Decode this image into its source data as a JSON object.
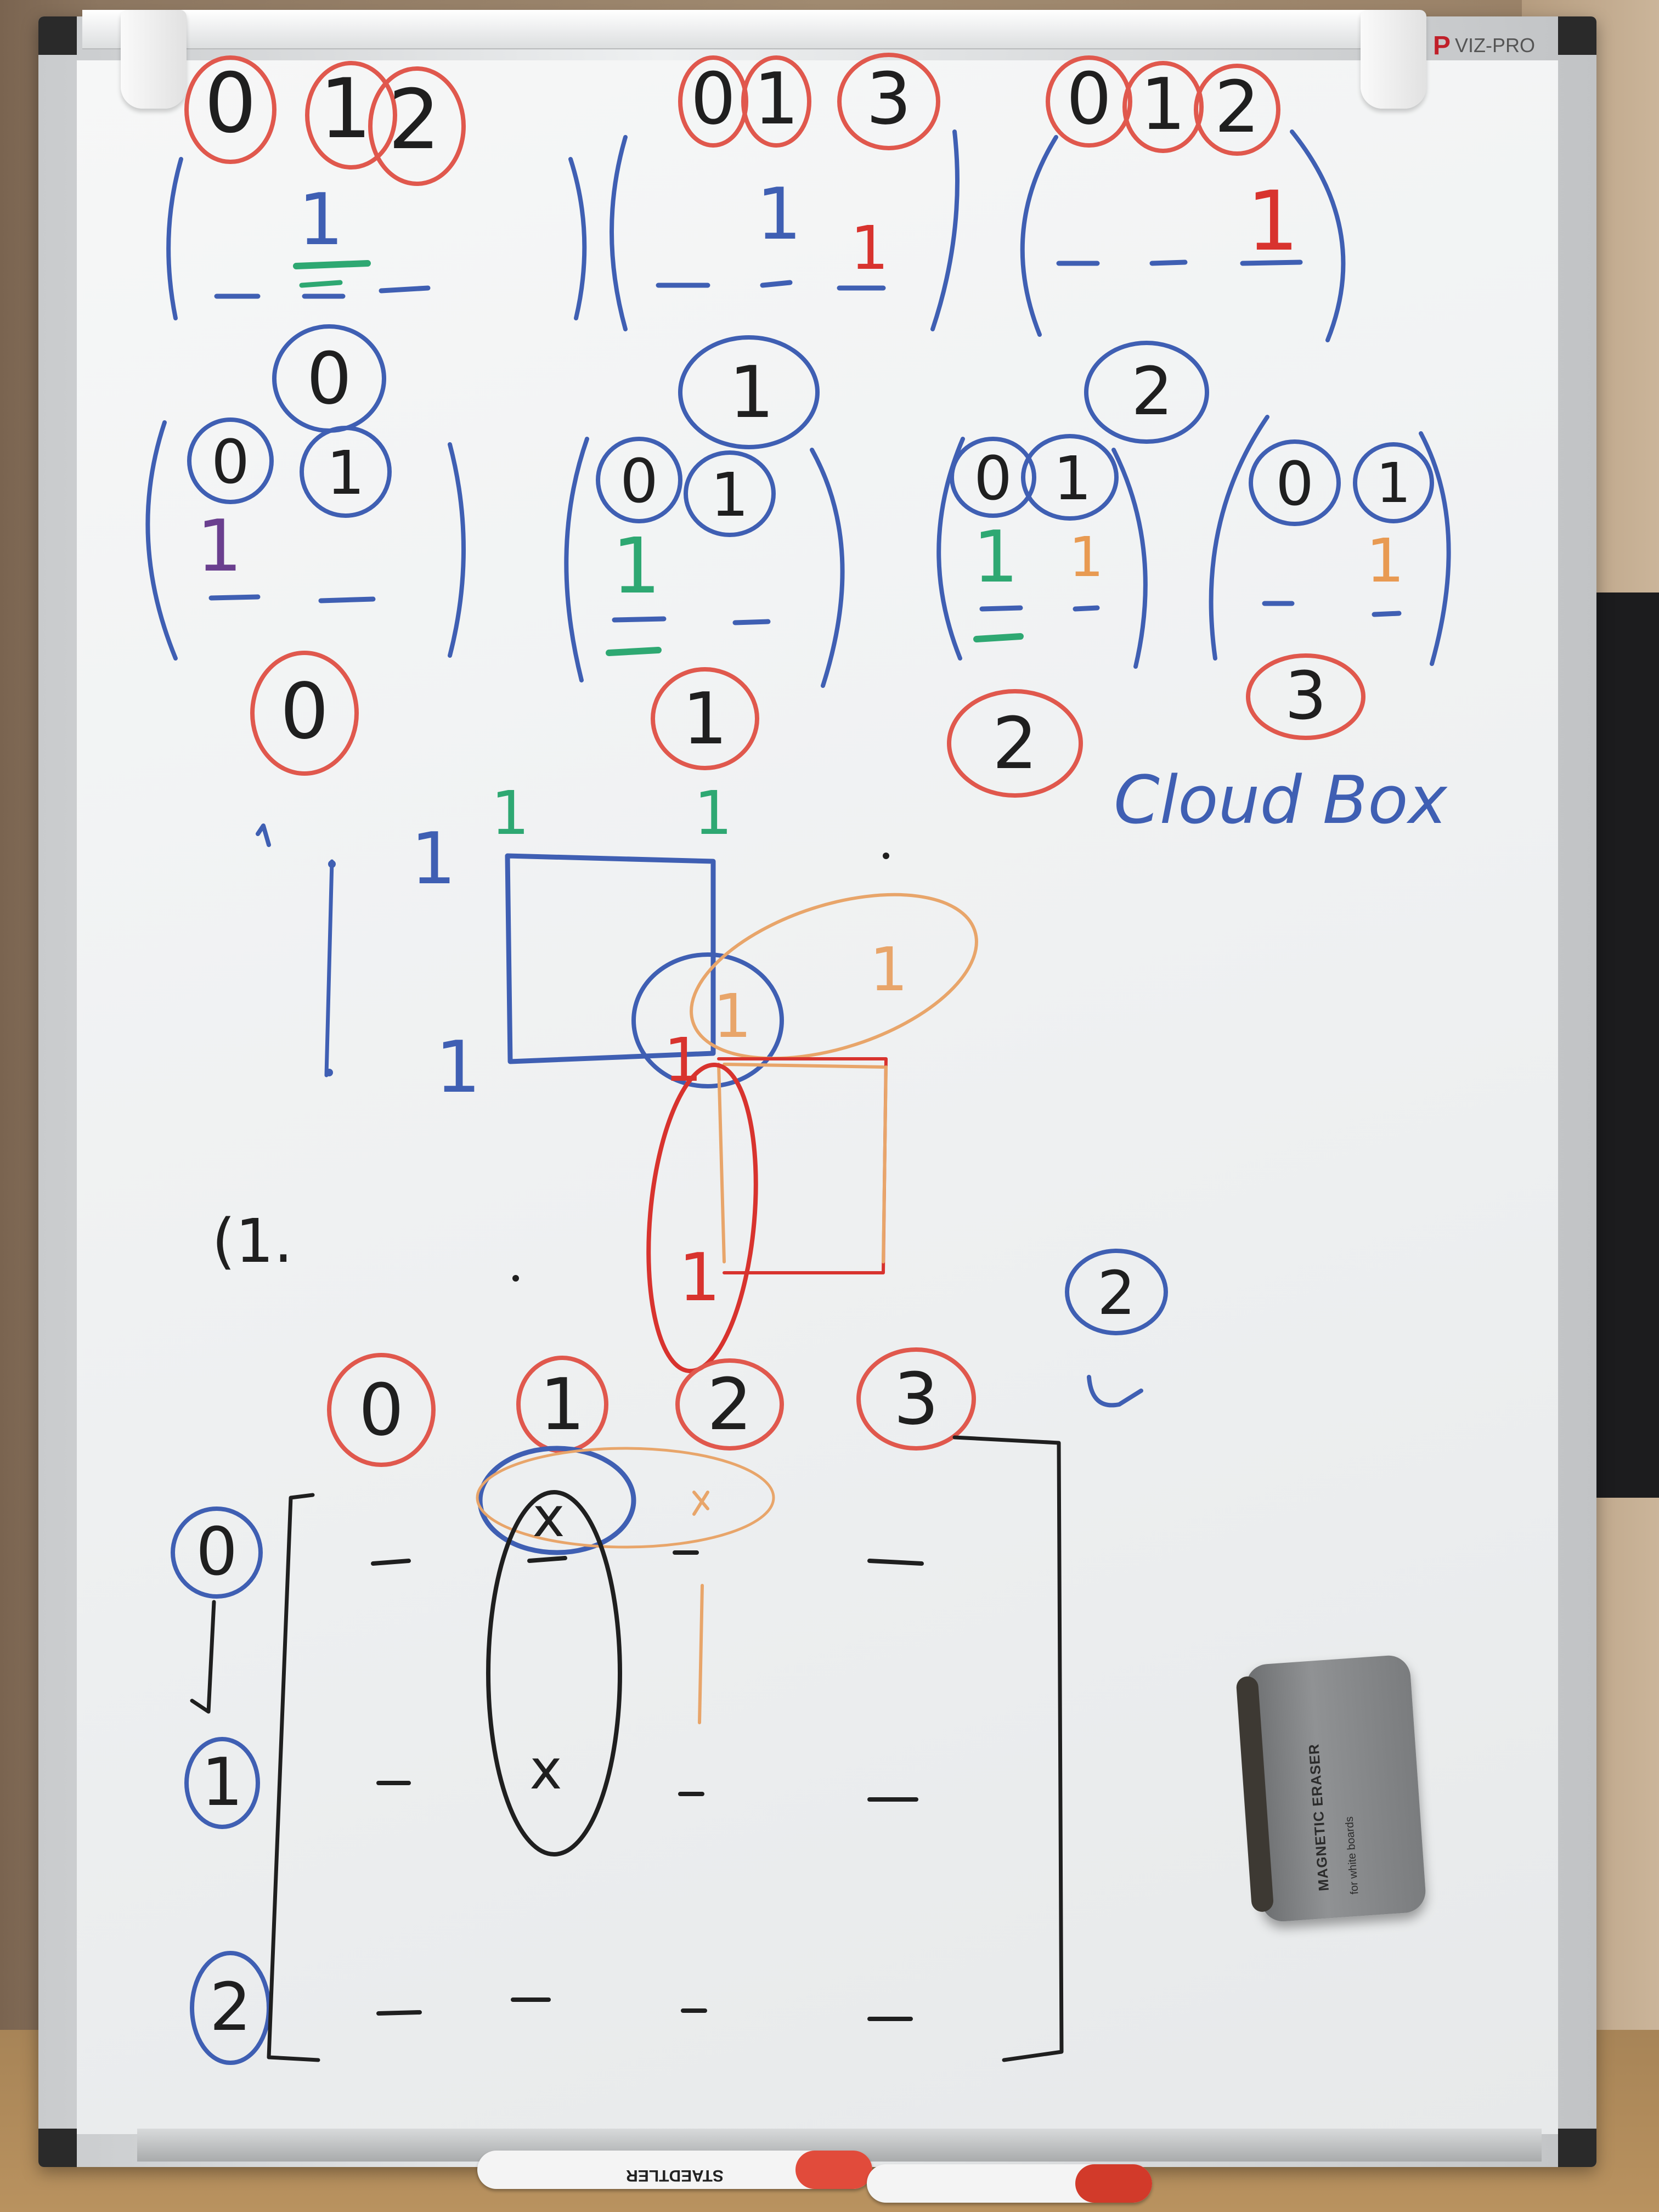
{
  "brand": {
    "logo": "P",
    "name": "VIZ-PRO"
  },
  "eraser": {
    "title": "MAGNETIC ERASER",
    "subtitle": "for white boards"
  },
  "markers": {
    "brand": "STAEDTLER"
  },
  "whiteboard": {
    "top_matrices": [
      {
        "headers": [
          "0",
          "1",
          "2"
        ],
        "entry": "1"
      },
      {
        "headers": [
          "0",
          "1",
          "3"
        ],
        "entries": [
          "1",
          "1"
        ]
      },
      {
        "headers": [
          "0",
          "1",
          "2"
        ],
        "entry": "1"
      }
    ],
    "top_row_labels": [
      "0",
      "1",
      "2"
    ],
    "mid_matrices": [
      {
        "headers": [
          "0",
          "1"
        ],
        "entry": "1"
      },
      {
        "headers": [
          "0",
          "1"
        ],
        "entry": "1"
      },
      {
        "headers": [
          "0",
          "1"
        ],
        "entries": [
          "1",
          "1"
        ]
      },
      {
        "headers": [
          "0",
          "1"
        ],
        "entry": "1"
      }
    ],
    "mid_labels": [
      "0",
      "1",
      "2",
      "3"
    ],
    "caption": "Cloud Box",
    "grid_ones": [
      "1",
      "1",
      "1",
      "1",
      "1",
      "1",
      "1",
      "1",
      "1",
      "1"
    ],
    "left_marks": [
      "(1.",
      "1"
    ],
    "side_label": "2",
    "bottom_col_labels": [
      "0",
      "1",
      "2",
      "3"
    ],
    "bottom_row_labels": [
      "0",
      "1",
      "2"
    ],
    "bottom_marks": [
      "x",
      "x"
    ]
  }
}
